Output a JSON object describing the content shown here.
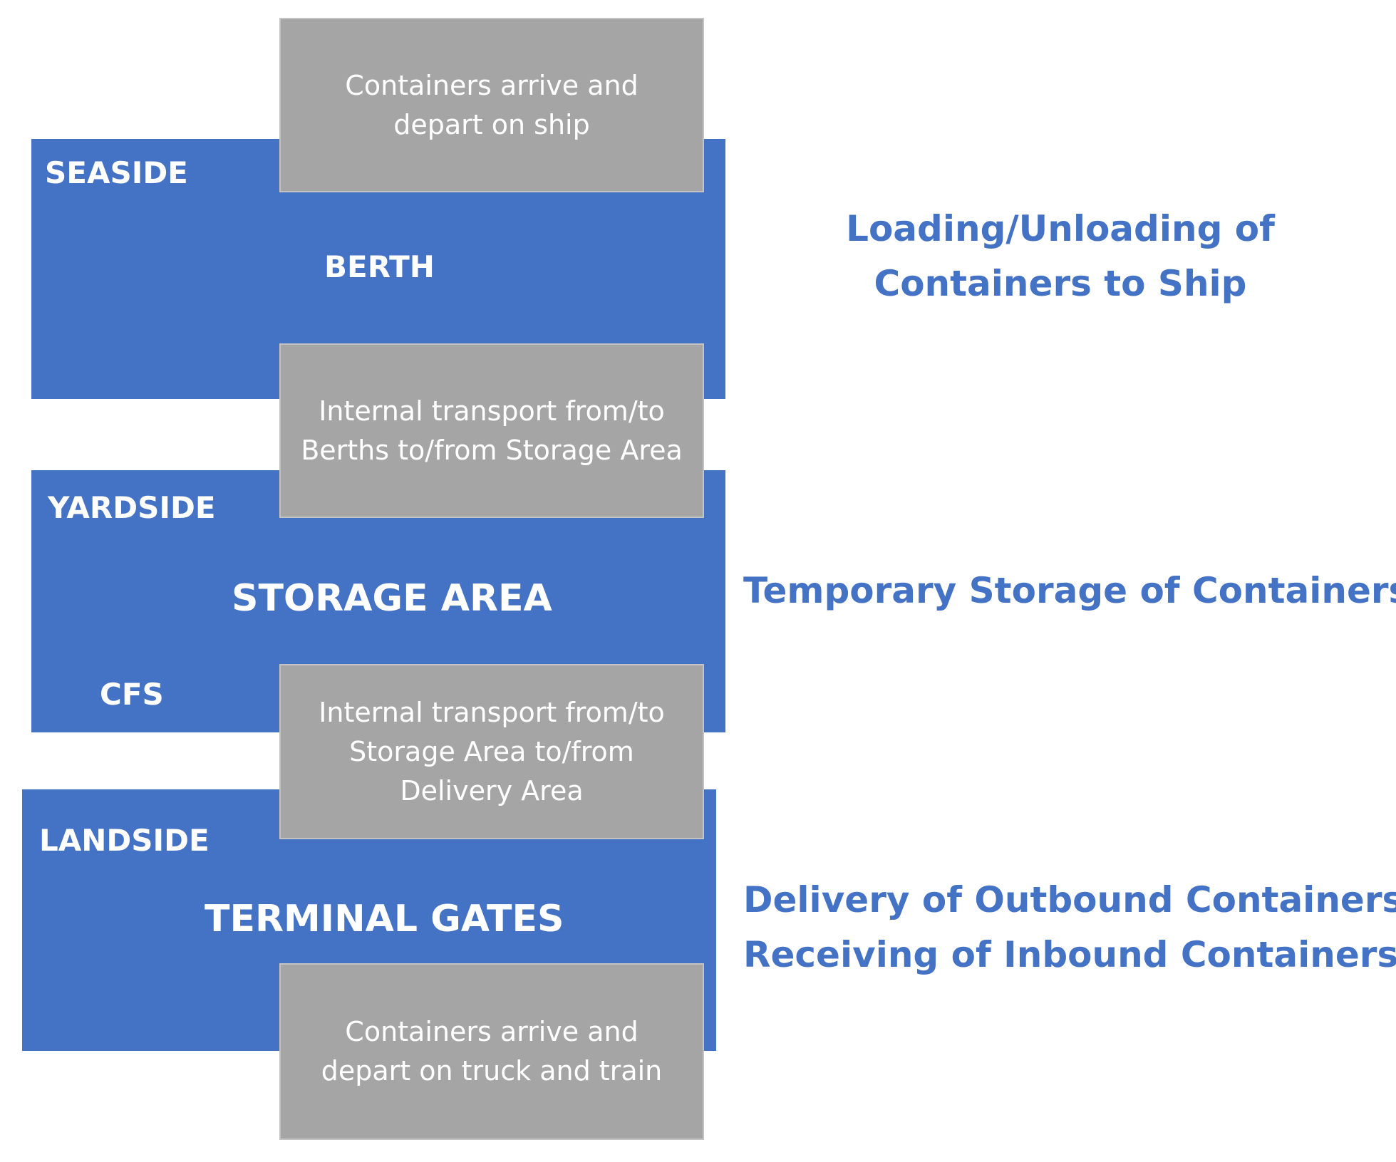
{
  "zones": {
    "seaside": {
      "zone_label": "SEASIDE",
      "area_label": "BERTH"
    },
    "yardside": {
      "zone_label": "YARDSIDE",
      "area_label": "STORAGE AREA",
      "sub_label": "CFS"
    },
    "landside": {
      "zone_label": "LANDSIDE",
      "area_label": "TERMINAL GATES"
    }
  },
  "transfers": [
    {
      "text": "Containers arrive and depart on ship"
    },
    {
      "text": "Internal transport from/to Berths to/from Storage Area"
    },
    {
      "text": "Internal transport from/to Storage Area to/from Delivery Area"
    },
    {
      "text": "Containers arrive and depart on truck and train"
    }
  ],
  "descriptions": {
    "seaside": "Loading/Unloading of Containers to Ship",
    "yardside": "Temporary Storage of Containers",
    "landside_line1": "Delivery of Outbound Containers",
    "landside_line2": "Receiving of Inbound Containers"
  },
  "colors": {
    "zone_blue": "#4472c4",
    "transfer_gray": "#a5a5a5",
    "description_text": "#4472c4"
  }
}
